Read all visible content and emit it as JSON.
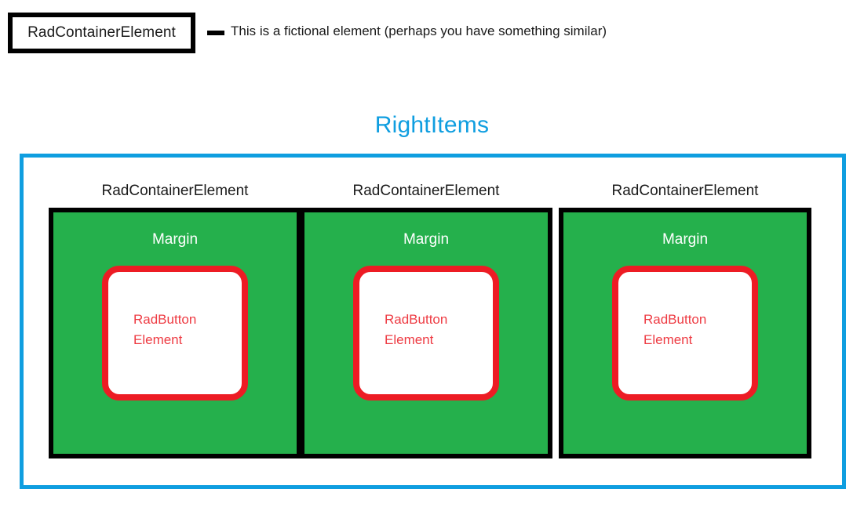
{
  "legend": {
    "box_label": "RadContainerElement",
    "dash_icon": "dash-icon",
    "note": "This is a fictional element (perhaps you have something similar)"
  },
  "diagram": {
    "title": "RightItems",
    "panels": [
      {
        "container_label": "RadContainerElement",
        "margin_label": "Margin",
        "button_label": "RadButton\nElement"
      },
      {
        "container_label": "RadContainerElement",
        "margin_label": "Margin",
        "button_label": "RadButton\nElement"
      },
      {
        "container_label": "RadContainerElement",
        "margin_label": "Margin",
        "button_label": "RadButton\nElement"
      }
    ]
  },
  "colors": {
    "accent_blue": "#0f9ee0",
    "margin_green": "#25b04c",
    "button_red": "#ed1c24",
    "button_text_red": "#ee3b43",
    "outline_black": "#000000",
    "background_white": "#ffffff"
  }
}
